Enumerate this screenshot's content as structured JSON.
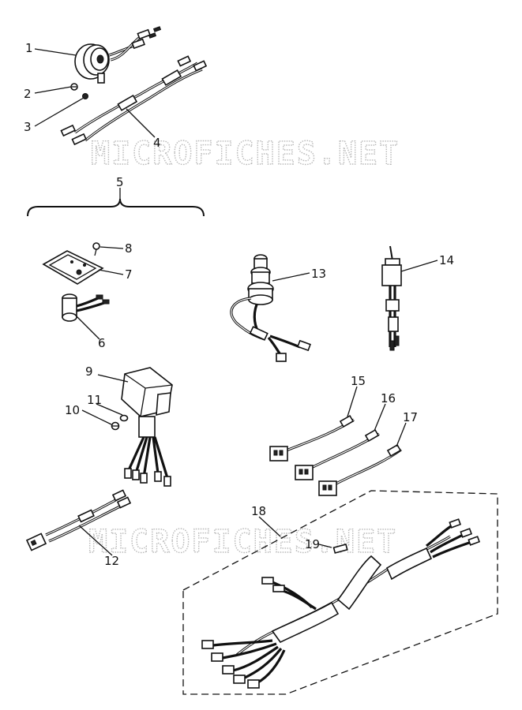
{
  "watermark": {
    "upper": "MICROFICHES.NET",
    "lower": "MICROFICHES.NET"
  },
  "callouts": {
    "c1": "1",
    "c2": "2",
    "c3": "3",
    "c4": "4",
    "c5": "5",
    "c6": "6",
    "c7": "7",
    "c8": "8",
    "c9": "9",
    "c10": "10",
    "c11": "11",
    "c12": "12",
    "c13": "13",
    "c14": "14",
    "c15": "15",
    "c16": "16",
    "c17": "17",
    "c18": "18",
    "c19": "19"
  }
}
